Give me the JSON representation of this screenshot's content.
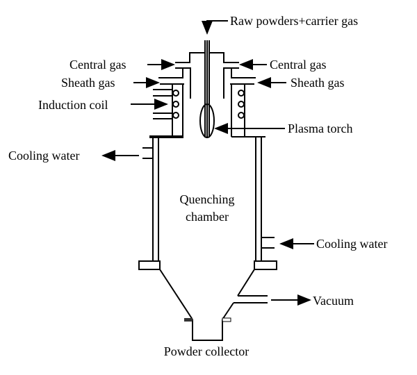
{
  "labels": {
    "raw_powders": "Raw powders+carrier gas",
    "central_gas_left": "Central gas",
    "central_gas_right": "Central gas",
    "sheath_gas_left": "Sheath gas",
    "sheath_gas_right": "Sheath gas",
    "induction_coil": "Induction coil",
    "plasma_torch": "Plasma torch",
    "cooling_water_out": "Cooling water",
    "cooling_water_in": "Cooling water",
    "quenching_line1": "Quenching",
    "quenching_line2": "chamber",
    "vacuum": "Vacuum",
    "powder_collector": "Powder collector"
  }
}
